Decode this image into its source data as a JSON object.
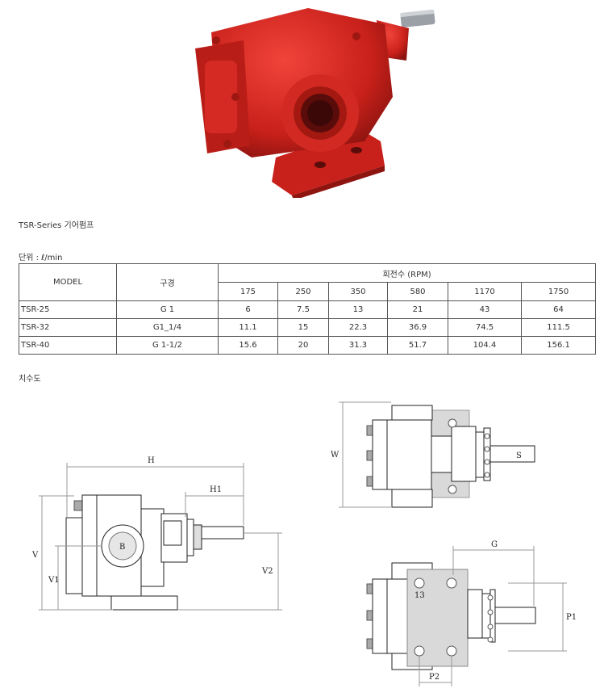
{
  "series_title": "TSR-Series 기어펌프",
  "unit_label": "단위 : ℓ/min",
  "dimension_title": "치수도",
  "table": {
    "model_header": "MODEL",
    "bore_header": "구경",
    "rpm_header": "회전수 (RPM)",
    "rpms": [
      "175",
      "250",
      "350",
      "580",
      "1170",
      "1750"
    ],
    "rows": [
      {
        "model": "TSR-25",
        "bore": "G 1",
        "values": [
          "6",
          "7.5",
          "13",
          "21",
          "43",
          "64"
        ]
      },
      {
        "model": "TSR-32",
        "bore": "G1_1/4",
        "values": [
          "11.1",
          "15",
          "22.3",
          "36.9",
          "74.5",
          "111.5"
        ]
      },
      {
        "model": "TSR-40",
        "bore": "G 1-1/2",
        "values": [
          "15.6",
          "20",
          "31.3",
          "51.7",
          "104.4",
          "156.1"
        ]
      }
    ]
  },
  "drawing_labels": {
    "H": "H",
    "H1": "H1",
    "V": "V",
    "V1": "V1",
    "V2": "V2",
    "B": "B",
    "W": "W",
    "S": "S",
    "G": "G",
    "P1": "P1",
    "P2": "P2",
    "hole": "13"
  },
  "colors": {
    "pump_red": "#d42a23",
    "plate_gray": "#d9d9d9"
  }
}
